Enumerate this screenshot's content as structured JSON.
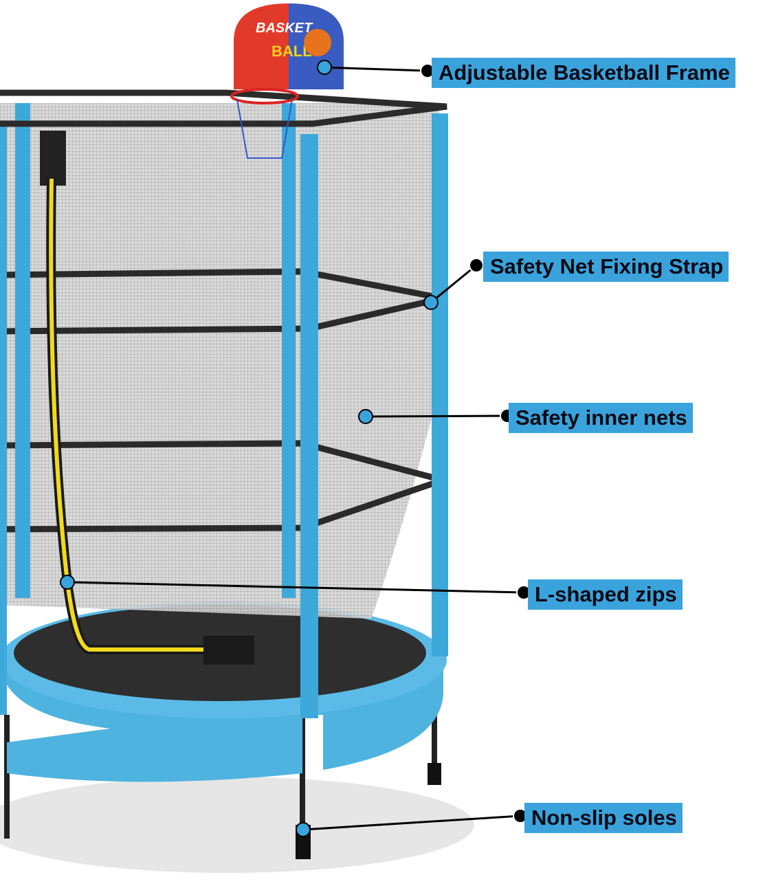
{
  "colors": {
    "label_bg": "#3aa3dc",
    "pad": "#4fb3e0",
    "pole": "#3da9da",
    "zip": "#f2d91c"
  },
  "backboard": {
    "line1": "BASKET",
    "line2": "BALL"
  },
  "callouts": [
    {
      "text": "Adjustable Basketball Frame"
    },
    {
      "text": "Safety Net Fixing Strap"
    },
    {
      "text": "Safety inner nets"
    },
    {
      "text": "L-shaped zips"
    },
    {
      "text": "Non-slip soles"
    }
  ]
}
